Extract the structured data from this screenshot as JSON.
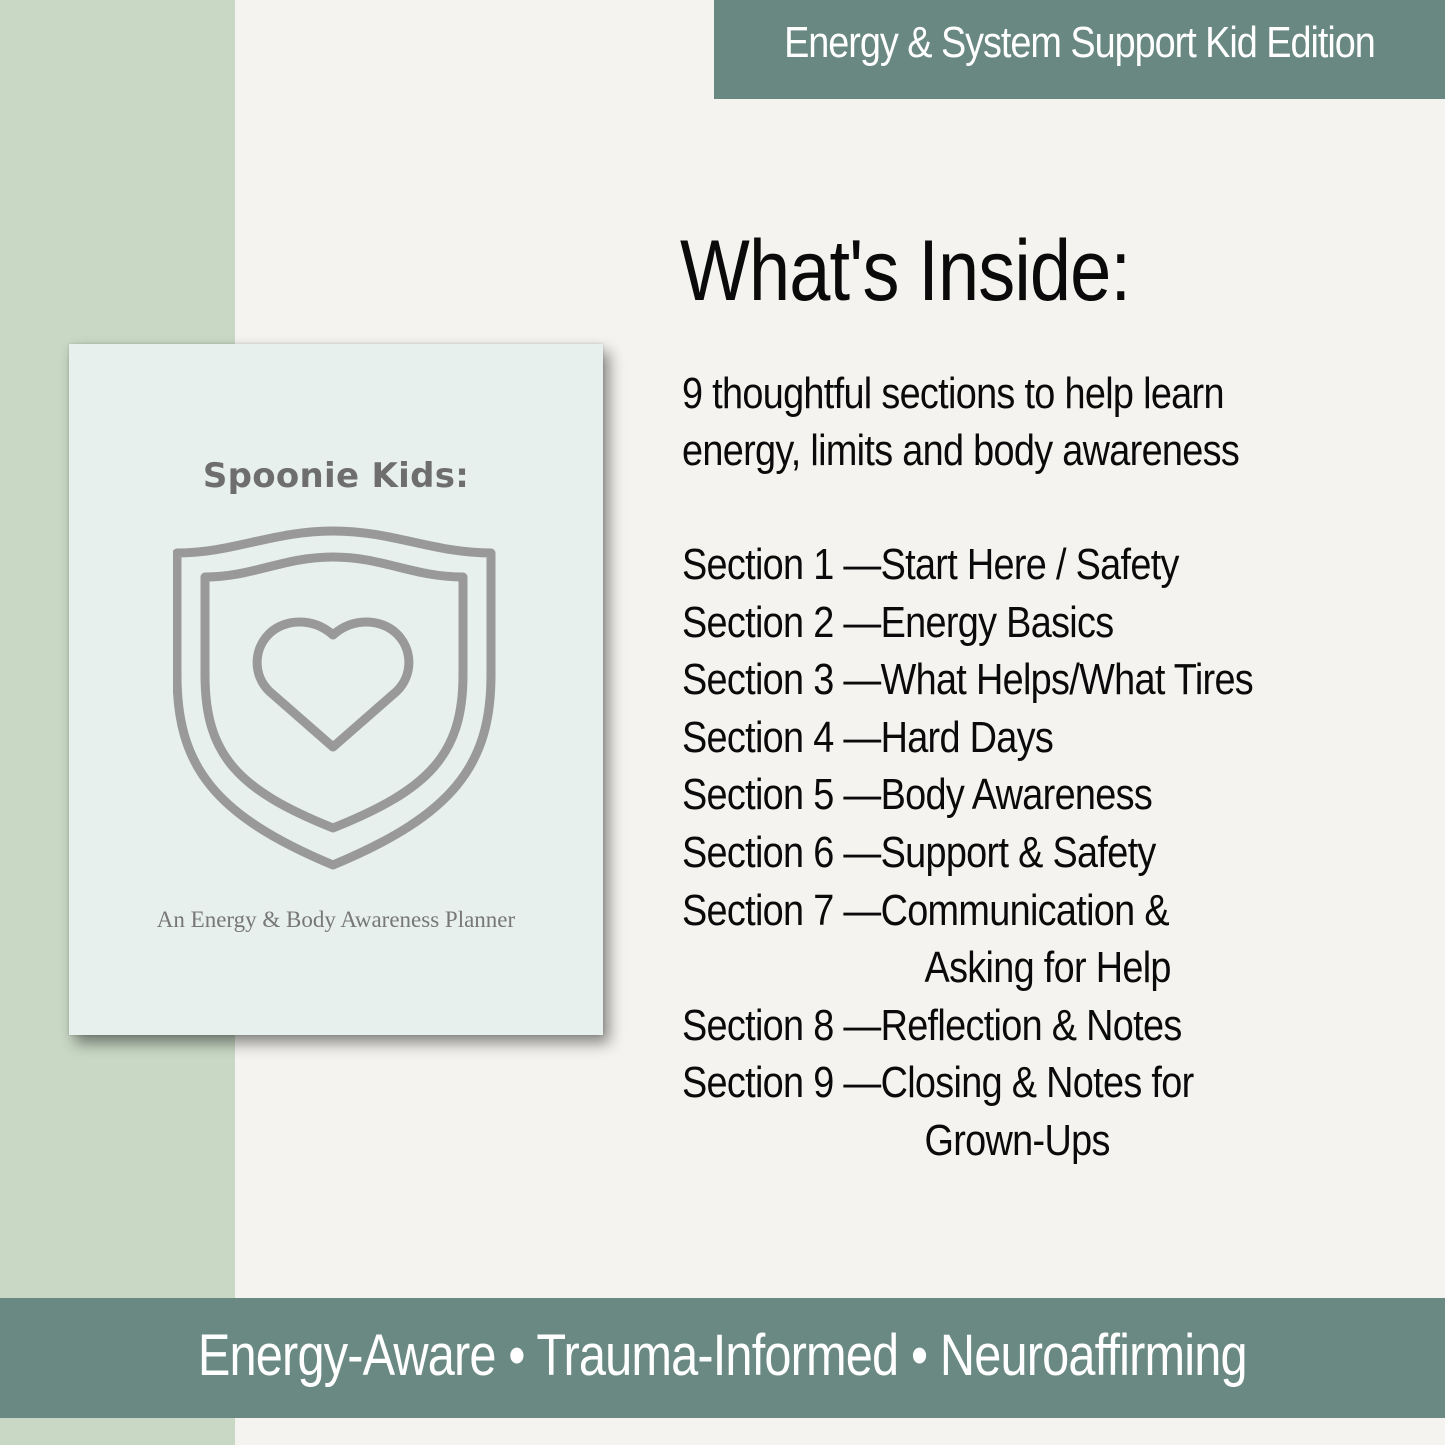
{
  "banner_top": {
    "label": "Energy & System Support Kid Edition"
  },
  "book": {
    "title": "Spoonie Kids:",
    "icon": "shield-heart-icon",
    "subtitle": "An Energy & Body Awareness Planner"
  },
  "content": {
    "heading": "What's Inside:",
    "intro_line1": "9 thoughtful sections to help learn",
    "intro_line2": "energy, limits and body awareness",
    "sections": [
      {
        "label": "Section 1 — ",
        "title": "Start Here / Safety"
      },
      {
        "label": "Section 2 — ",
        "title": "Energy Basics"
      },
      {
        "label": "Section 3 — ",
        "title": "What Helps/What Tires"
      },
      {
        "label": "Section 4 — ",
        "title": "Hard Days"
      },
      {
        "label": "Section 5 — ",
        "title": "Body Awareness"
      },
      {
        "label": "Section 6 — ",
        "title": "Support & Safety"
      },
      {
        "label": "Section 7 — ",
        "title": "Communication &",
        "title_cont": "Asking for Help"
      },
      {
        "label": "Section 8 — ",
        "title": "Reflection & Notes"
      },
      {
        "label": "Section 9 — ",
        "title": "Closing & Notes for",
        "title_cont": "Grown-Ups"
      }
    ]
  },
  "banner_bottom": {
    "label": "Energy-Aware • Trauma-Informed • Neuroaffirming"
  },
  "colors": {
    "left_band": "#c9d8c5",
    "background": "#f4f3ef",
    "banner": "#688881",
    "book_cover": "#e7f0ec",
    "icon_stroke": "#999999"
  }
}
